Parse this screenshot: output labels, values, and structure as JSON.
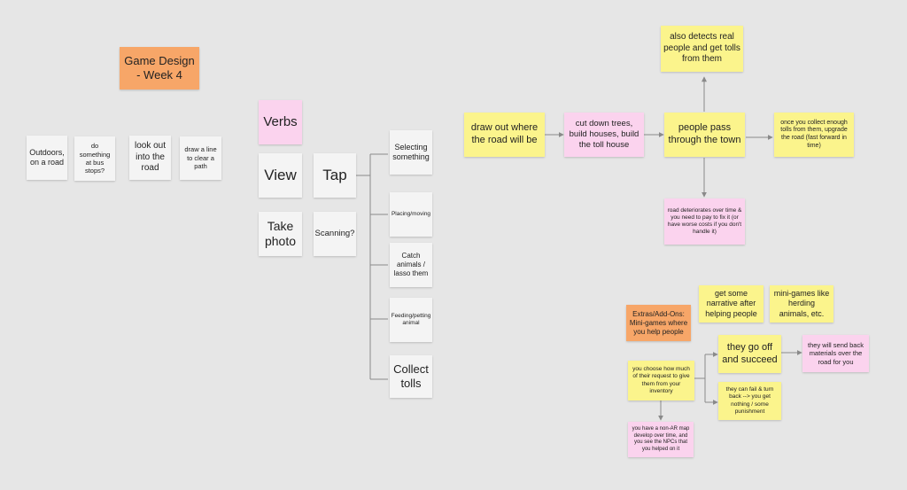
{
  "colors": {
    "canvas": "#e6e6e6",
    "white_note": "#f4f4f4",
    "yellow_note": "#fbf48c",
    "pink_note": "#fbd3ee",
    "orange_note": "#f7a668",
    "connector": "#8a8a8a"
  },
  "notes": {
    "title": "Game Design - Week 4",
    "outdoors": "Outdoors, on a road",
    "bus_stops": "do something at bus stops?",
    "look_out": "look out into the road",
    "draw_line": "draw a line to clear a path",
    "verbs": "Verbs",
    "view": "View",
    "tap": "Tap",
    "take_photo": "Take photo",
    "scanning": "Scanning?",
    "selecting": "Selecting something",
    "placing": "Placing/moving",
    "catch": "Catch animals / lasso them",
    "feeding": "Feeding/petting animal",
    "collect": "Collect tolls",
    "draw_road": "draw out where the road will be",
    "cut_trees": "cut down trees, build houses, build the toll house",
    "people_pass": "people pass through the town",
    "detects": "also detects real people and get tolls from them",
    "upgrade": "once you collect enough tolls from them, upgrade the road (fast forward in time)",
    "deteriorates": "road deteriorates over time & you need to pay to fix it (or have worse costs if you don't handle it)",
    "narrative": "get some narrative after helping people",
    "herding": "mini-games like herding animals, etc.",
    "extras": "Extras/Add-Ons: Mini-games where you help people",
    "succeed": "they go off and succeed",
    "send_back": "they will send back materials over the road for you",
    "choose": "you choose how much of their request to give them from your inventory",
    "fail": "they can fail & turn back --> you get nothing / some punishment",
    "map": "you have a non-AR map develop over time, and you see the NPCs that you helped on it"
  }
}
